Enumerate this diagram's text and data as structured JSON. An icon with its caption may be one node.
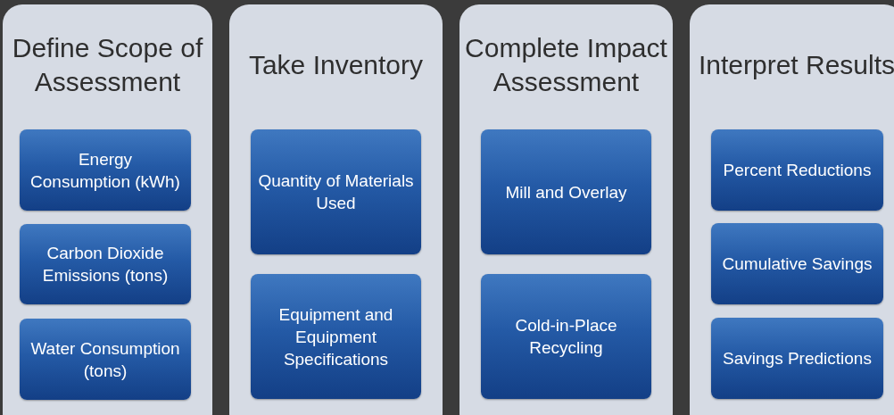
{
  "diagram": {
    "nodes": [
      {
        "text": [
          "Define Scope of Assessment"
        ]
      },
      {
        "text": [
          "Energy Consumption (kWh)"
        ],
        "in": 0
      },
      {
        "text": [
          "Carbon Dioxide Emissions (tons)"
        ],
        "in": 0
      },
      {
        "text": [
          "Water Consumption (tons)"
        ],
        "in": 0
      },
      {
        "text": [
          "Take Inventory"
        ]
      },
      {
        "text": [
          "Quantity of Materials Used"
        ],
        "in": 4
      },
      {
        "text": [
          "Equipment and Equipment Specifications"
        ],
        "in": 4
      },
      {
        "text": [
          "Complete Impact Assessment"
        ]
      },
      {
        "text": [
          "Mill and Overlay"
        ],
        "in": 7
      },
      {
        "text": [
          "Cold-in-Place Recycling"
        ],
        "in": 7
      },
      {
        "text": [
          "Interpret Results"
        ]
      },
      {
        "text": [
          "Percent Reductions"
        ],
        "in": 10
      },
      {
        "text": [
          "Cumulative Savings"
        ],
        "in": 10
      },
      {
        "text": [
          "Savings Predictions"
        ],
        "in": 10
      }
    ]
  }
}
